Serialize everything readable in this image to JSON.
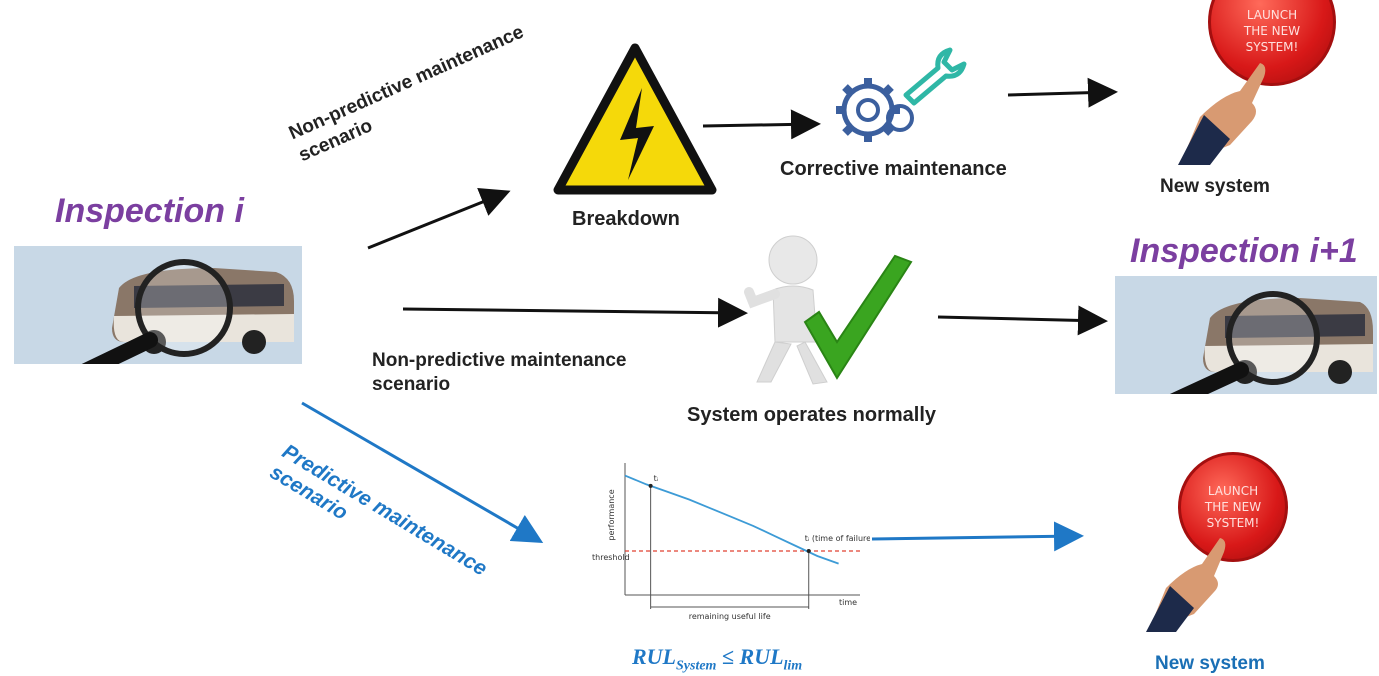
{
  "inspection_left": {
    "title": "Inspection i"
  },
  "inspection_right": {
    "title": "Inspection i+1"
  },
  "scenarios": {
    "top": {
      "line1": "Non-predictive maintenance",
      "line2": "scenario"
    },
    "middle": {
      "line1": "Non-predictive maintenance",
      "line2": "scenario"
    },
    "bottom": {
      "line1": "Predictive maintenance",
      "line2": "scenario"
    }
  },
  "nodes": {
    "breakdown": "Breakdown",
    "corrective": "Corrective maintenance",
    "normal": "System operates normally",
    "new_system_top": "New system",
    "new_system_bottom": "New system"
  },
  "launch_button": {
    "text": "LAUNCH\nTHE NEW\nSYSTEM!"
  },
  "formula": {
    "lhs": "RUL",
    "lhs_sub": "System",
    "op": " ≤ ",
    "rhs": "RUL",
    "rhs_sub": "lim"
  },
  "colors": {
    "purple": "#7b3fa0",
    "blue": "#1f78c6",
    "red": "#e02020",
    "yellow": "#f5d90a",
    "green": "#3aa520"
  },
  "chart_data": {
    "type": "line",
    "xlabel": "time",
    "ylabel": "performance",
    "threshold_label": "threshold",
    "t_i_label": "tᵢ",
    "failure_label": "tᵢ (time of failure)",
    "rul_label": "remaining useful life",
    "series": [
      {
        "x": [
          0,
          0.1,
          0.2,
          0.3,
          0.4,
          0.5,
          0.6,
          0.7,
          0.8,
          0.9,
          1.0
        ],
        "values": [
          0.95,
          0.88,
          0.82,
          0.76,
          0.69,
          0.62,
          0.55,
          0.47,
          0.39,
          0.31,
          0.25
        ]
      }
    ],
    "threshold": 0.35,
    "t_i": 0.12,
    "t_failure": 0.86,
    "xlim": [
      0,
      1.1
    ],
    "ylim": [
      0,
      1.05
    ]
  }
}
